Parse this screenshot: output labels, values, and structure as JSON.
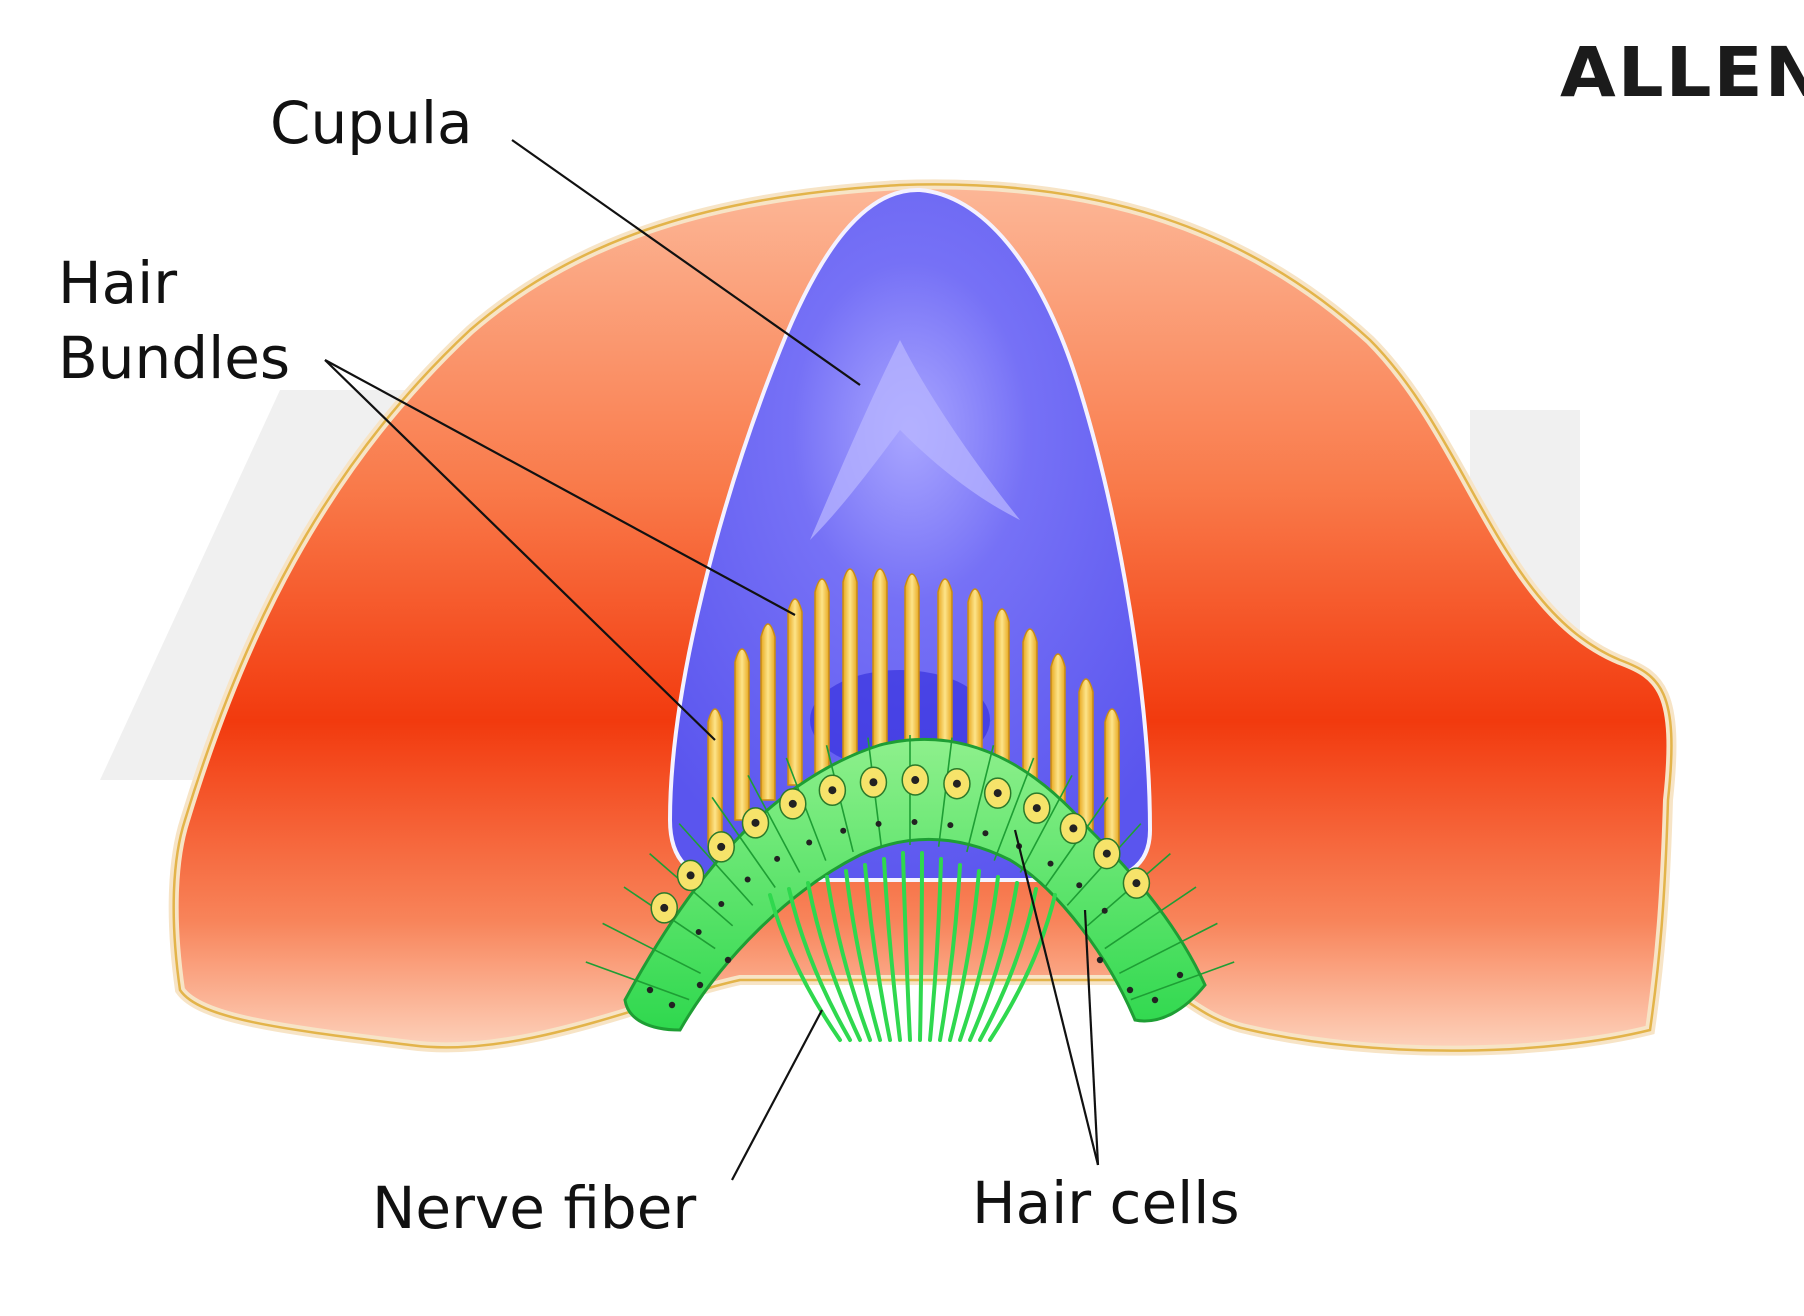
{
  "labels": {
    "cupula": "Cupula",
    "hair_bundles_line1": "Hair",
    "hair_bundles_line2": "Bundles",
    "nerve_fiber": "Nerve fiber",
    "hair_cells": "Hair cells"
  },
  "brand": {
    "name": "ALLEN"
  },
  "colors": {
    "tissue": "#f5441a",
    "tissue_light": "#fbb996",
    "cupula": "#6e67f5",
    "hair_bundle": "#f6d34a",
    "hair_cell": "#46e45e",
    "outline": "#e3b44a"
  }
}
